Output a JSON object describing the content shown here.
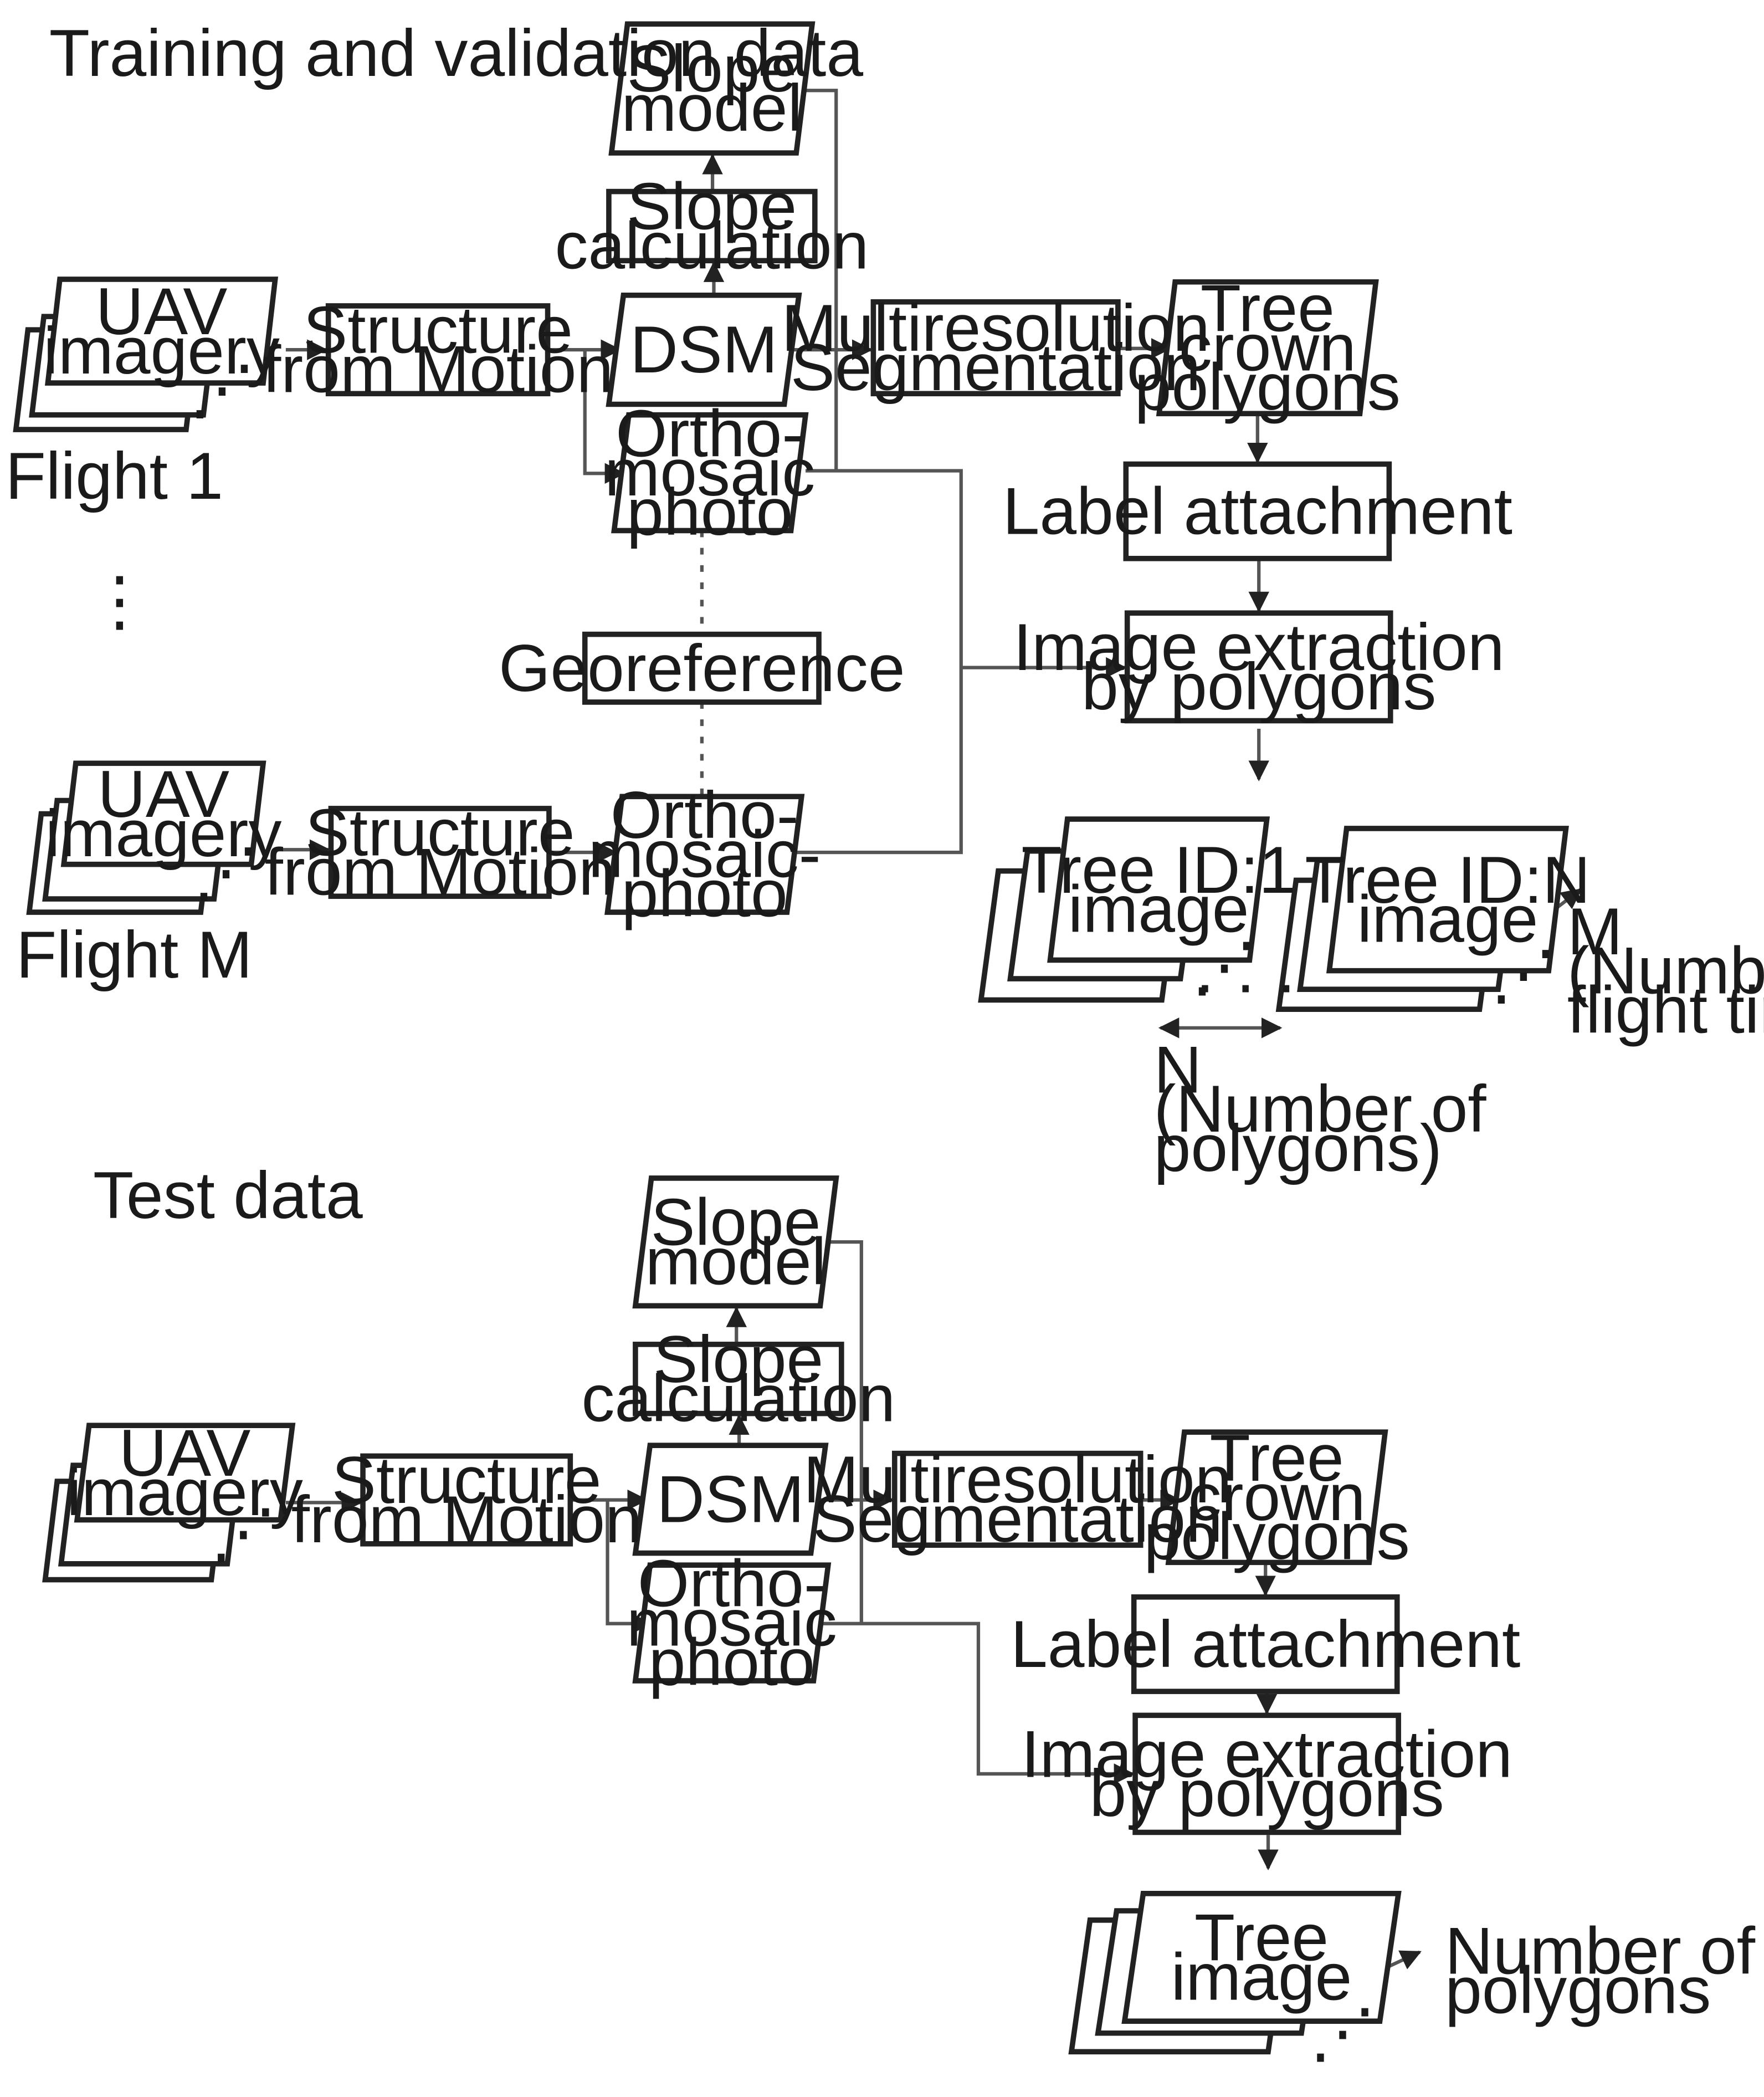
{
  "sections": {
    "training_title": "Training and validation data",
    "test_title": "Test data"
  },
  "training": {
    "uav_1": [
      "UAV",
      "imagery"
    ],
    "uav_m": [
      "UAV",
      "imagery"
    ],
    "flight_1": "Flight 1",
    "flight_m": "Flight M",
    "vertical_dots": "⋮",
    "sfm_1": [
      "Structure",
      "from Motion"
    ],
    "sfm_m": [
      "Structure",
      "from Motion"
    ],
    "slope_model": [
      "Slope",
      "model"
    ],
    "slope_calculation": [
      "Slope",
      "calculation"
    ],
    "dsm": [
      "DSM"
    ],
    "ortho_1": [
      "Ortho-",
      "mosaic",
      "photo"
    ],
    "ortho_m": [
      "Ortho-",
      "mosaic-",
      "photo"
    ],
    "georeference": [
      "Georeference"
    ],
    "segmentation": [
      "Multiresolution",
      "Segmentation"
    ],
    "tree_crown": [
      "Tree",
      "crown",
      "polygons"
    ],
    "label_attachment": [
      "Label attachment"
    ],
    "image_extraction": [
      "Image extraction",
      "by polygons"
    ],
    "tree_id_1": [
      "Tree  ID:1",
      "image"
    ],
    "tree_id_n": [
      "Tree ID:N",
      "image"
    ],
    "dots_between": "· · ·",
    "m_label": [
      "M",
      "(Number of",
      "flight times)"
    ],
    "n_label": [
      "N",
      "(Number of",
      "polygons)"
    ]
  },
  "test": {
    "uav": [
      "UAV",
      "imagery"
    ],
    "sfm": [
      "Structure",
      "from Motion"
    ],
    "slope_model": [
      "Slope",
      "model"
    ],
    "slope_calculation": [
      "Slope",
      "calculation"
    ],
    "dsm": [
      "DSM"
    ],
    "ortho": [
      "Ortho-",
      "mosaic",
      "photo"
    ],
    "segmentation": [
      "Multiresolution",
      "Segmentation"
    ],
    "tree_crown": [
      "Tree",
      "crown",
      "polygons"
    ],
    "label_attachment": [
      "Label attachment"
    ],
    "image_extraction": [
      "Image extraction",
      "by polygons"
    ],
    "tree_image": [
      "Tree",
      "image"
    ],
    "polygons_label": [
      "Number of",
      "polygons"
    ]
  },
  "colors": {
    "stroke": "#222222",
    "connector": "#555555",
    "text": "#1a1a1a",
    "background": "#ffffff"
  }
}
